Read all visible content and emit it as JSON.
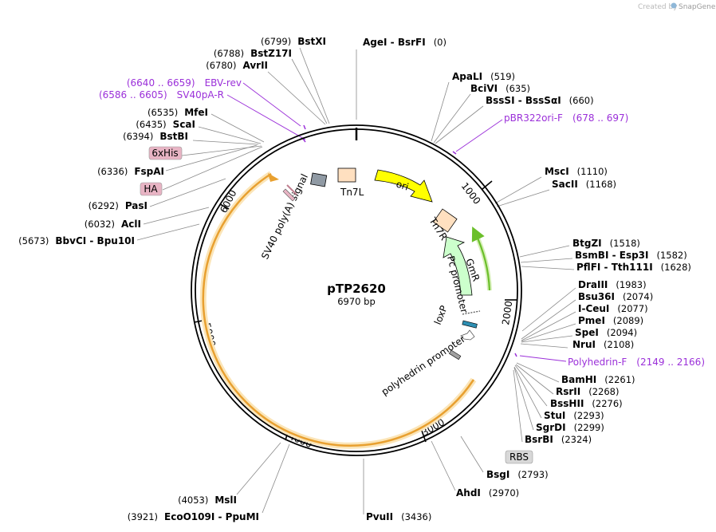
{
  "credit": {
    "prefix": "Created by",
    "brand": "SnapGene"
  },
  "plasmid": {
    "name": "pTP2620",
    "size_label": "6970 bp",
    "length": 6970
  },
  "ticks": [
    "1000",
    "2000",
    "3000",
    "4000",
    "5000",
    "6000"
  ],
  "sites": [
    {
      "name": "AgeI",
      "name2": "BsrFI",
      "pos": "(0)"
    },
    {
      "name": "ApaLI",
      "pos": "(519)"
    },
    {
      "name": "BciVI",
      "pos": "(635)"
    },
    {
      "name": "BssSI",
      "name2": "BssSαI",
      "pos": "(660)"
    },
    {
      "name": "MscI",
      "pos": "(1110)"
    },
    {
      "name": "SacII",
      "pos": "(1168)"
    },
    {
      "name": "BtgZI",
      "pos": "(1518)"
    },
    {
      "name": "BsmBI",
      "name2": "Esp3I",
      "pos": "(1582)"
    },
    {
      "name": "PflFI",
      "name2": "Tth111I",
      "pos": "(1628)"
    },
    {
      "name": "DraIII",
      "pos": "(1983)"
    },
    {
      "name": "Bsu36I",
      "pos": "(2074)"
    },
    {
      "name": "I-CeuI",
      "pos": "(2077)"
    },
    {
      "name": "PmeI",
      "pos": "(2089)"
    },
    {
      "name": "SpeI",
      "pos": "(2094)"
    },
    {
      "name": "NruI",
      "pos": "(2108)"
    },
    {
      "name": "BamHI",
      "pos": "(2261)"
    },
    {
      "name": "RsrII",
      "pos": "(2268)"
    },
    {
      "name": "BssHII",
      "pos": "(2276)"
    },
    {
      "name": "StuI",
      "pos": "(2293)"
    },
    {
      "name": "SgrDI",
      "pos": "(2299)"
    },
    {
      "name": "BsrBI",
      "pos": "(2324)"
    },
    {
      "name": "BsgI",
      "pos": "(2793)"
    },
    {
      "name": "AhdI",
      "pos": "(2970)"
    },
    {
      "name": "PvuII",
      "pos": "(3436)"
    },
    {
      "name": "MslI",
      "pos": "(4053)"
    },
    {
      "name": "EcoO109I",
      "name2": "PpuMI",
      "pos": "(3921)"
    },
    {
      "name": "BbvCI",
      "name2": "Bpu10I",
      "pos": "(5673)"
    },
    {
      "name": "AclI",
      "pos": "(6032)"
    },
    {
      "name": "PasI",
      "pos": "(6292)"
    },
    {
      "name": "FspAI",
      "pos": "(6336)"
    },
    {
      "name": "BstBI",
      "pos": "(6394)"
    },
    {
      "name": "ScaI",
      "pos": "(6435)"
    },
    {
      "name": "MfeI",
      "pos": "(6535)"
    },
    {
      "name": "AvrII",
      "pos": "(6780)"
    },
    {
      "name": "BstZ17I",
      "pos": "(6788)"
    },
    {
      "name": "BstXI",
      "pos": "(6799)"
    }
  ],
  "primers": [
    {
      "name": "pBR322ori-F",
      "range": "(678 .. 697)"
    },
    {
      "name": "Polyhedrin-F",
      "range": "(2149 .. 2166)"
    },
    {
      "name": "SV40pA-R",
      "range": "(6586 .. 6605)"
    },
    {
      "name": "EBV-rev",
      "range": "(6640 .. 6659)"
    }
  ],
  "tags": [
    {
      "label": "6xHis"
    },
    {
      "label": "HA"
    },
    {
      "label": "RBS"
    }
  ],
  "features": [
    {
      "label": "ori",
      "color": "#ffff00"
    },
    {
      "label": "GmR",
      "color": "#ccffcc"
    },
    {
      "label": "Tn7L",
      "color": "#ffe0c0"
    },
    {
      "label": "Tn7R",
      "color": "#ffe0c0"
    },
    {
      "label": "SV40 poly(A) signal",
      "color": "#909aa4"
    },
    {
      "label": "Pc promoter"
    },
    {
      "label": "loxP"
    },
    {
      "label": "polyhedrin promoter"
    }
  ],
  "colors": {
    "backbone": "#000000",
    "orf_arc": "#f2a93b",
    "orf_glow": "#fbe5b8",
    "gmr_arc": "#6bbf2a",
    "primer": "#9b30d9",
    "tag_pink": "#e8b4c4",
    "tag_gray": "#d8d8d8"
  }
}
